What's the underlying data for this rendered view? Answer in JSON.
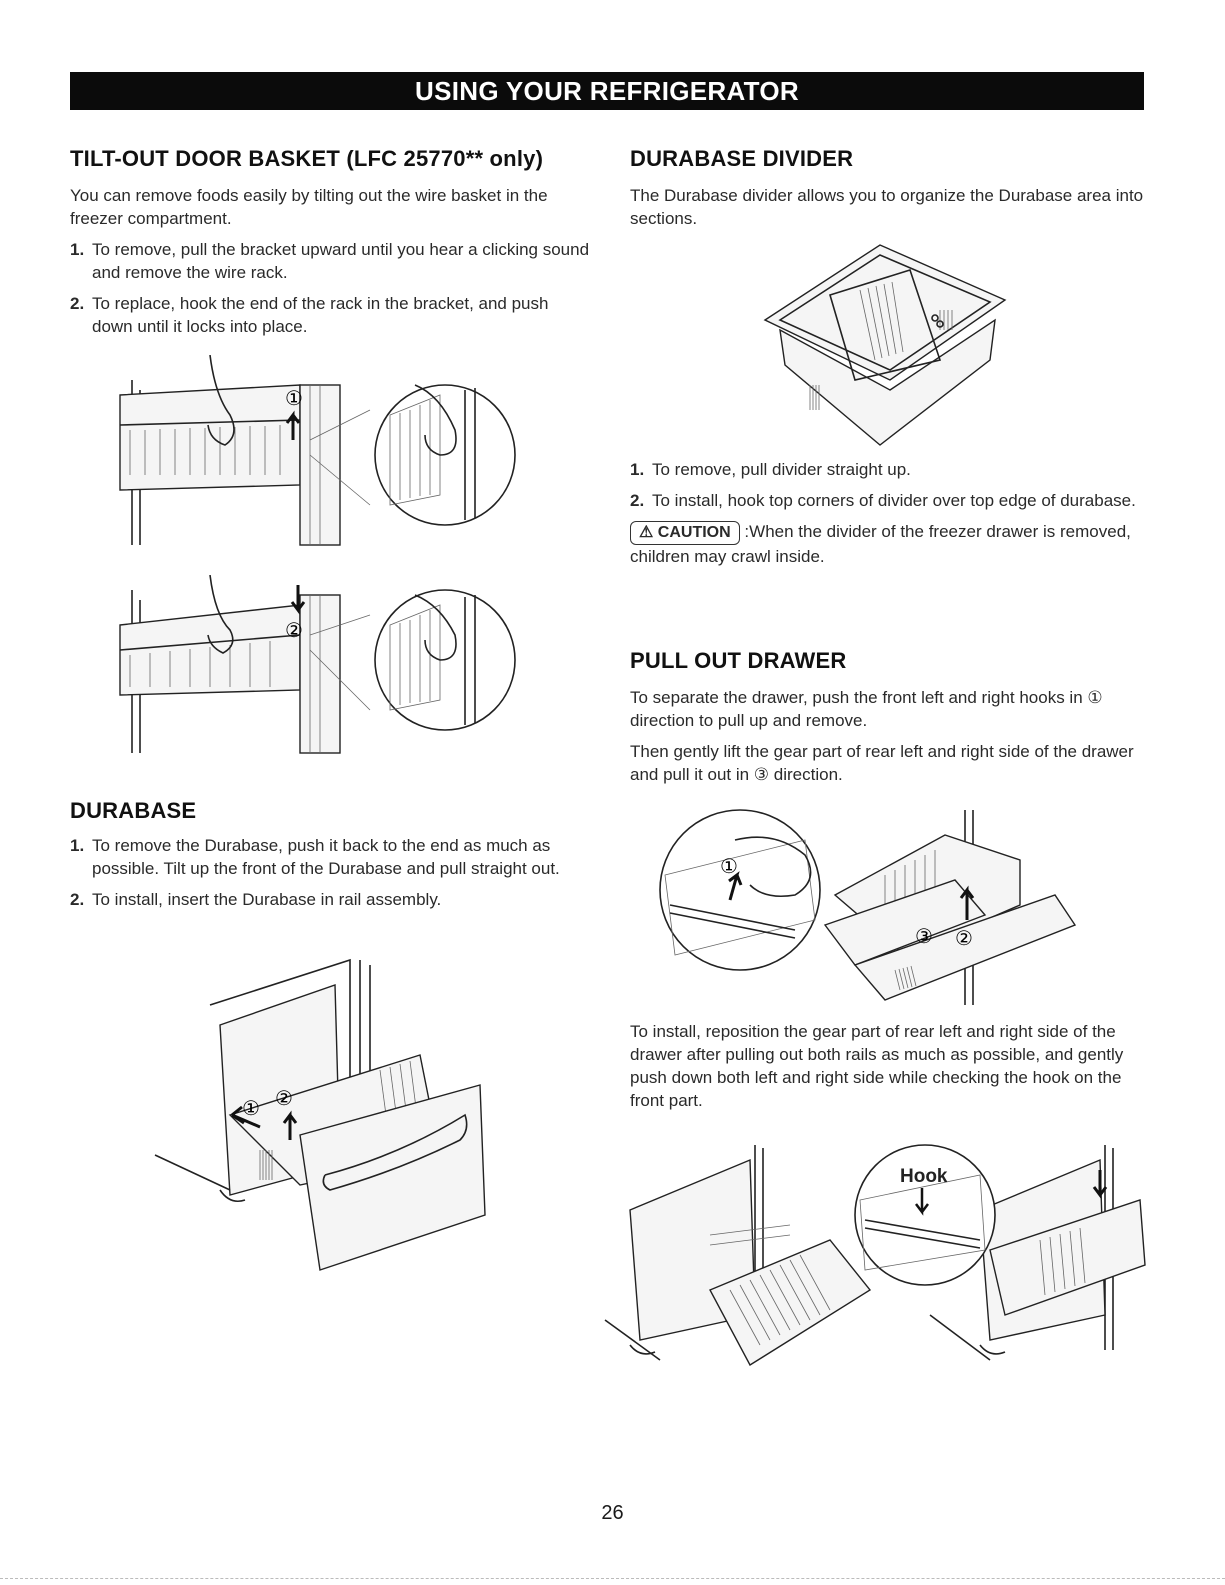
{
  "banner": {
    "title": "USING YOUR REFRIGERATOR"
  },
  "tilt_out": {
    "heading": "TILT-OUT DOOR BASKET (LFC 25770** only)",
    "intro": "You can remove foods easily by tilting out the wire basket in the freezer compartment.",
    "steps": [
      {
        "num": "1.",
        "text": "To remove, pull the bracket upward until you hear a clicking sound and remove the wire rack."
      },
      {
        "num": "2.",
        "text": "To replace, hook the end of the rack in the bracket, and push down until it locks into place."
      }
    ],
    "fig1_marker": "①",
    "fig2_marker": "②"
  },
  "durabase": {
    "heading": "DURABASE",
    "steps": [
      {
        "num": "1.",
        "text": "To remove the Durabase, push it back to the end as much as possible. Tilt up the front of the Durabase and pull straight out."
      },
      {
        "num": "2.",
        "text": "To install, insert the Durabase in rail assembly."
      }
    ],
    "fig_markers": [
      "①",
      "②"
    ]
  },
  "divider": {
    "heading": "DURABASE DIVIDER",
    "intro": "The Durabase divider allows you to organize the Durabase area into sections.",
    "steps": [
      {
        "num": "1.",
        "text": "To remove, pull divider straight up."
      },
      {
        "num": "2.",
        "text": "To install, hook top corners of divider over top edge of durabase."
      }
    ],
    "caution_label": "CAUTION",
    "caution_text": ":When the divider of the freezer drawer is removed, children may crawl inside."
  },
  "pull_out": {
    "heading": "PULL OUT DRAWER",
    "para1": "To separate the drawer, push the front left and right hooks in ① direction to pull up and remove.",
    "para2": "Then gently lift the gear part of rear left and right side of the drawer and pull it out in ③ direction.",
    "fig_markers": [
      "①",
      "③",
      "②"
    ],
    "para3": "To install, reposition the gear part of rear left and right side of the drawer after pulling out both rails as much as possible, and gently push down both left and right side while checking the hook on the front part.",
    "hook_label": "Hook"
  },
  "page_number": "26"
}
